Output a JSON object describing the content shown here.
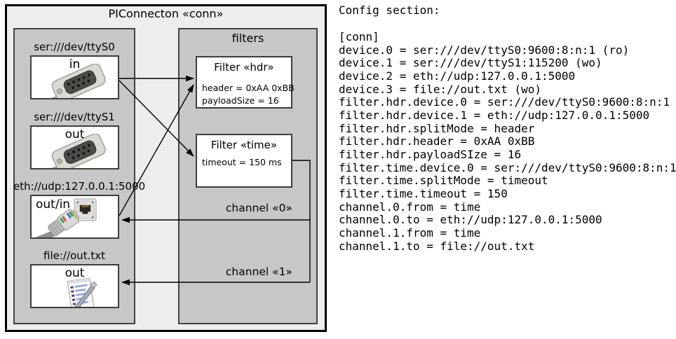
{
  "diagram": {
    "title": "PIConnecton «conn»",
    "devices_panel": {
      "devices": [
        {
          "label": "ser:///dev/ttyS0",
          "mode": "in",
          "icon": "serial-connector-icon"
        },
        {
          "label": "ser:///dev/ttyS1",
          "mode": "out",
          "icon": "serial-connector-icon"
        },
        {
          "label": "eth://udp:127.0.0.1:5000",
          "mode": "out/in",
          "icon": "ethernet-icon"
        },
        {
          "label": "file://out.txt",
          "mode": "out",
          "icon": "notepad-icon"
        }
      ]
    },
    "filters_panel": {
      "title": "filters",
      "filters": [
        {
          "title": "Filter «hdr»",
          "props": [
            "header = 0xAA 0xBB",
            "payloadSize = 16"
          ]
        },
        {
          "title": "Filter «time»",
          "props": [
            "timeout = 150 ms"
          ]
        }
      ]
    },
    "channels": [
      {
        "label": "channel «0»"
      },
      {
        "label": "channel «1»"
      }
    ]
  },
  "config": {
    "heading": "Config section:",
    "lines": [
      "[conn]",
      "device.0 = ser:///dev/ttyS0:9600:8:n:1 (ro)",
      "device.1 = ser:///dev/ttyS1:115200 (wo)",
      "device.2 = eth://udp:127.0.0.1:5000",
      "device.3 = file://out.txt (wo)",
      "filter.hdr.device.0 = ser:///dev/ttyS0:9600:8:n:1",
      "filter.hdr.device.1 = eth://udp:127.0.0.1:5000",
      "filter.hdr.splitMode = header",
      "filter.hdr.header = 0xAA 0xBB",
      "filter.hdr.payloadSIze = 16",
      "filter.time.device.0 = ser:///dev/ttyS0:9600:8:n:1",
      "filter.time.splitMode = timeout",
      "filter.time.timeout = 150",
      "channel.0.from = time",
      "channel.0.to = eth://udp:127.0.0.1:5000",
      "channel.1.from = time",
      "channel.1.to = file://out.txt"
    ]
  },
  "colors": {
    "outer_fill": "#ededed",
    "panel_fill": "#c7c7c7",
    "box_fill": "#ffffff",
    "line": "#000000"
  }
}
